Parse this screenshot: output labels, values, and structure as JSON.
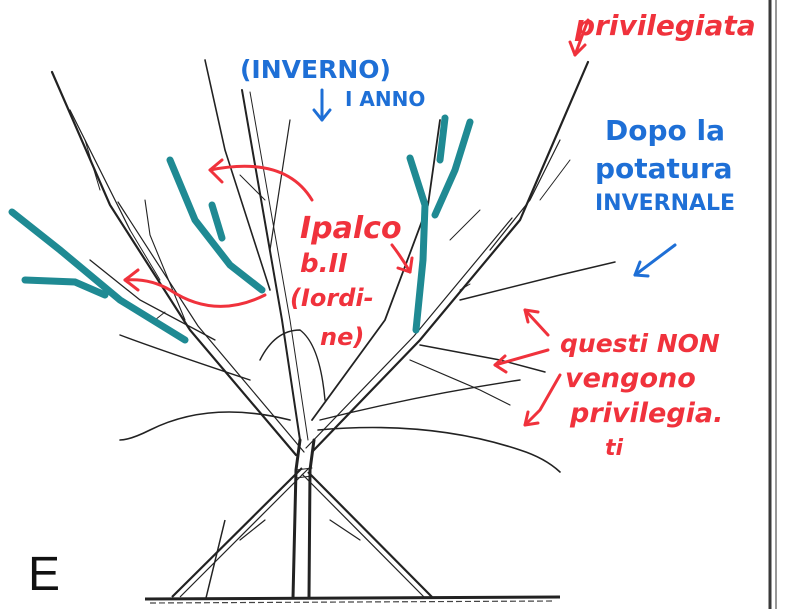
{
  "labels": {
    "inverno": "(INVERNO)",
    "i_anno": "I ANNO",
    "privilegiata": "privilegiata",
    "dopo_line1": "Dopo la",
    "dopo_line2": "potatura",
    "dopo_line3": "INVERNALE",
    "ipalco": "Ipalco",
    "b2_line1": "b.II",
    "b2_line2": "(Iordi-",
    "b2_line3": "ne)",
    "questi_line1": "questi NON",
    "questi_line2": "vengono",
    "questi_line3": "privilegia.",
    "questi_line4": "ti",
    "figure_letter": "E"
  },
  "colors": {
    "red_annotation": "#f0323c",
    "blue_annotation": "#1e6fd6",
    "teal_branches": "#1f8a93",
    "line_art": "#222222",
    "right_border": "#3a3a3a"
  }
}
